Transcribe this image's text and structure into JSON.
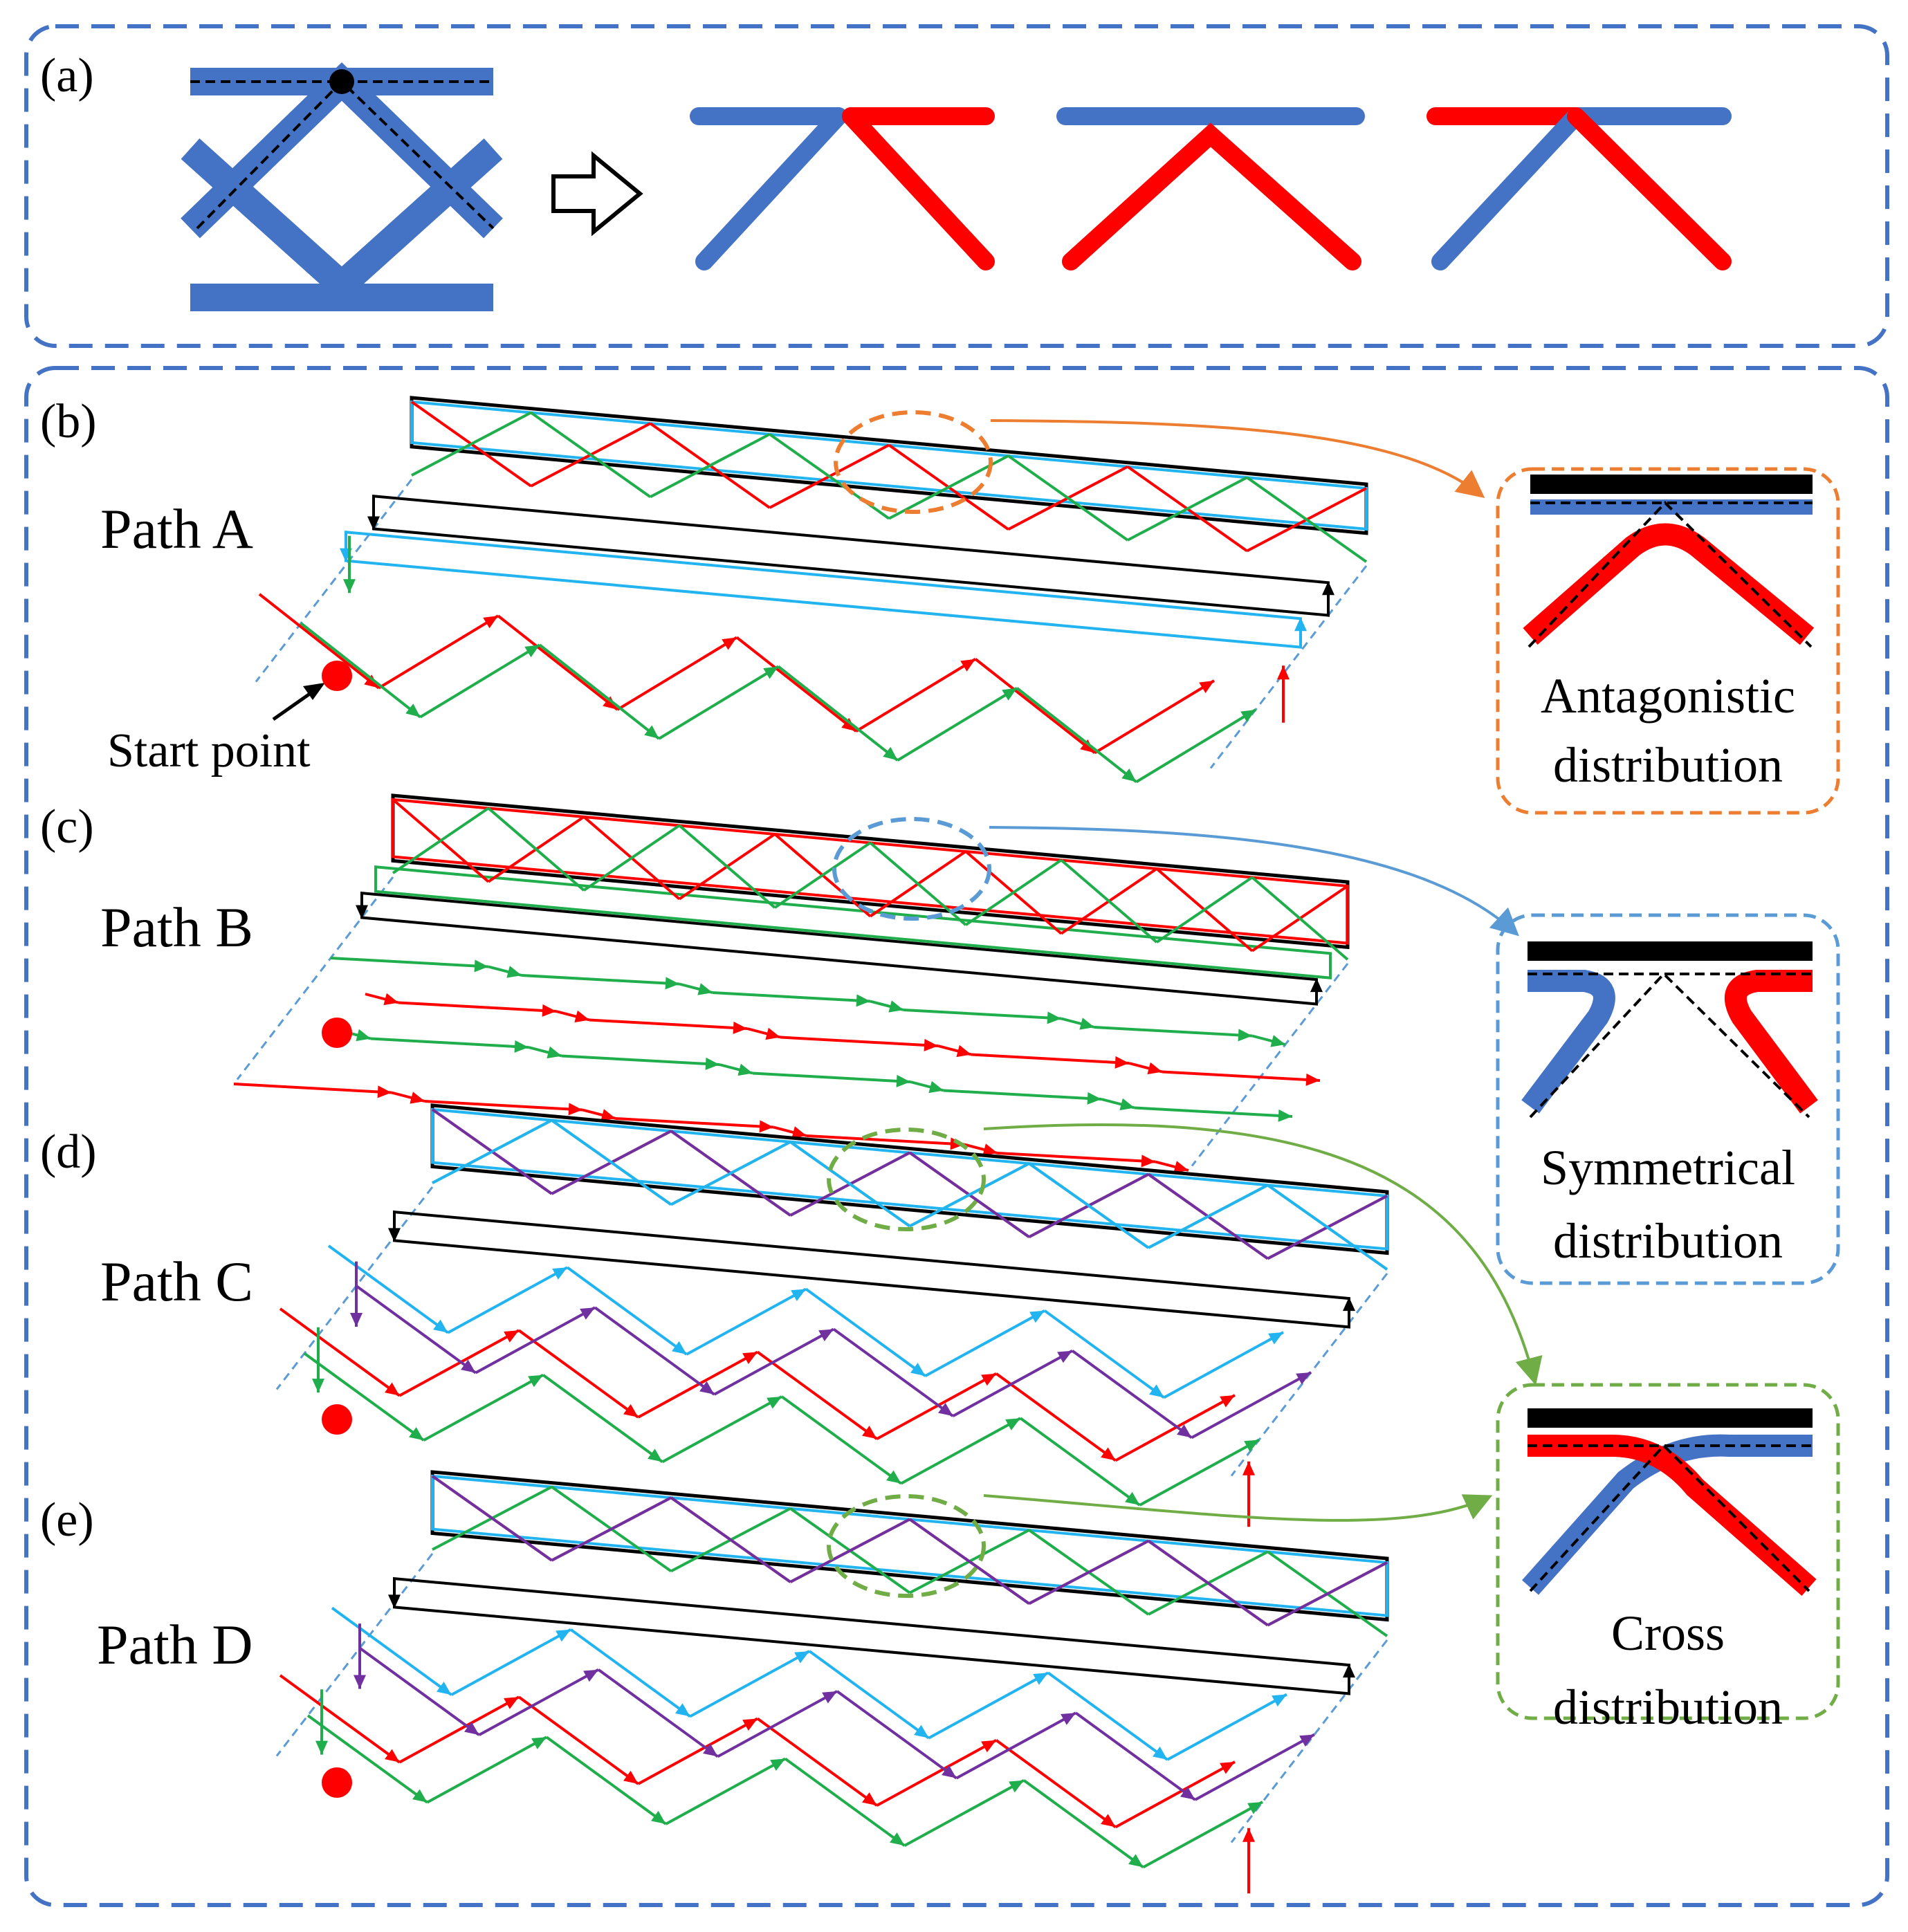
{
  "panels": {
    "a": {
      "label": "(a)"
    },
    "b": {
      "label": "(b)",
      "path_name": "Path A",
      "start_label": "Start point"
    },
    "c": {
      "label": "(c)",
      "path_name": "Path B"
    },
    "d": {
      "label": "(d)",
      "path_name": "Path C"
    },
    "e": {
      "label": "(e)",
      "path_name": "Path D"
    }
  },
  "insets": {
    "antagonistic": {
      "line1": "Antagonistic",
      "line2": "distribution"
    },
    "symmetrical": {
      "line1": "Symmetrical",
      "line2": "distribution"
    },
    "cross": {
      "line1": "Cross",
      "line2": "distribution"
    }
  },
  "colors": {
    "blue": "#4472C4",
    "red": "#FF0000",
    "green": "#1FAE4B",
    "cyan": "#22B4F0",
    "purple": "#7030A0",
    "black": "#000000",
    "orange": "#ED7D31",
    "light_blue": "#5B9BD5",
    "olive_green": "#70AD47"
  }
}
